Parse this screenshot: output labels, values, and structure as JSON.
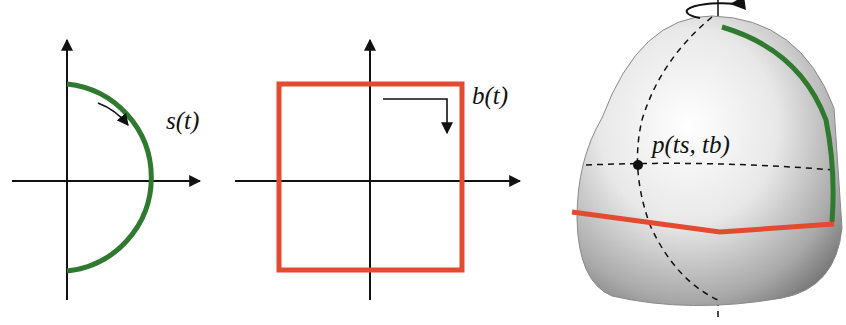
{
  "diagram": {
    "labels": [
      "s(t)",
      "b(t)",
      "p(ts, tb)"
    ]
  }
}
